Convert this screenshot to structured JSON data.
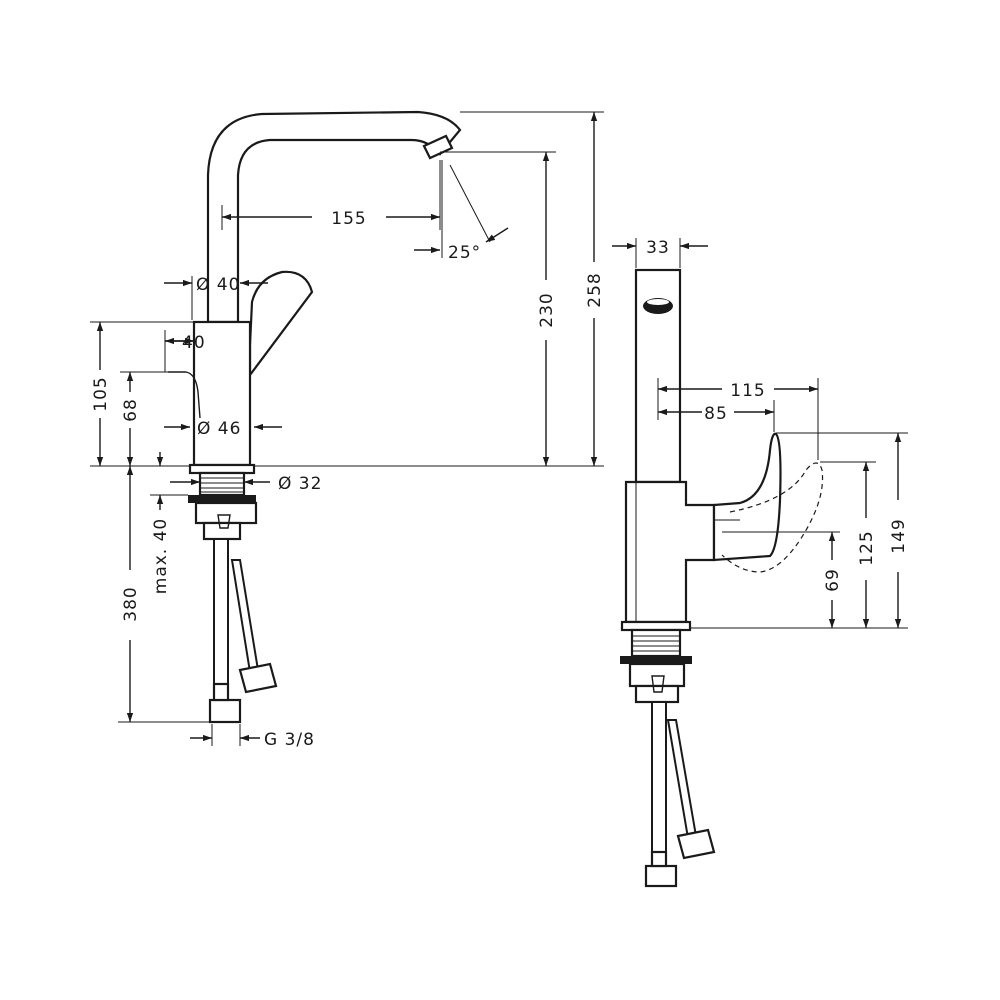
{
  "side_view": {
    "spout_reach": "155",
    "aerator_angle": "25°",
    "body_diameter_top": "Ø 40",
    "body_depth": "40",
    "base_diameter": "Ø 46",
    "thread_diameter": "Ø 32",
    "overall_height": "258",
    "spout_height": "230",
    "body_height": "105",
    "handle_height": "68",
    "max_counter_thickness": "max. 40",
    "hose_length": "380",
    "hose_connection": "G 3/8"
  },
  "front_view": {
    "spout_width": "33",
    "lever_reach_open": "115",
    "lever_reach": "85",
    "lever_top_height_open": "149",
    "lever_top_height": "125",
    "lever_pivot_height": "69"
  }
}
